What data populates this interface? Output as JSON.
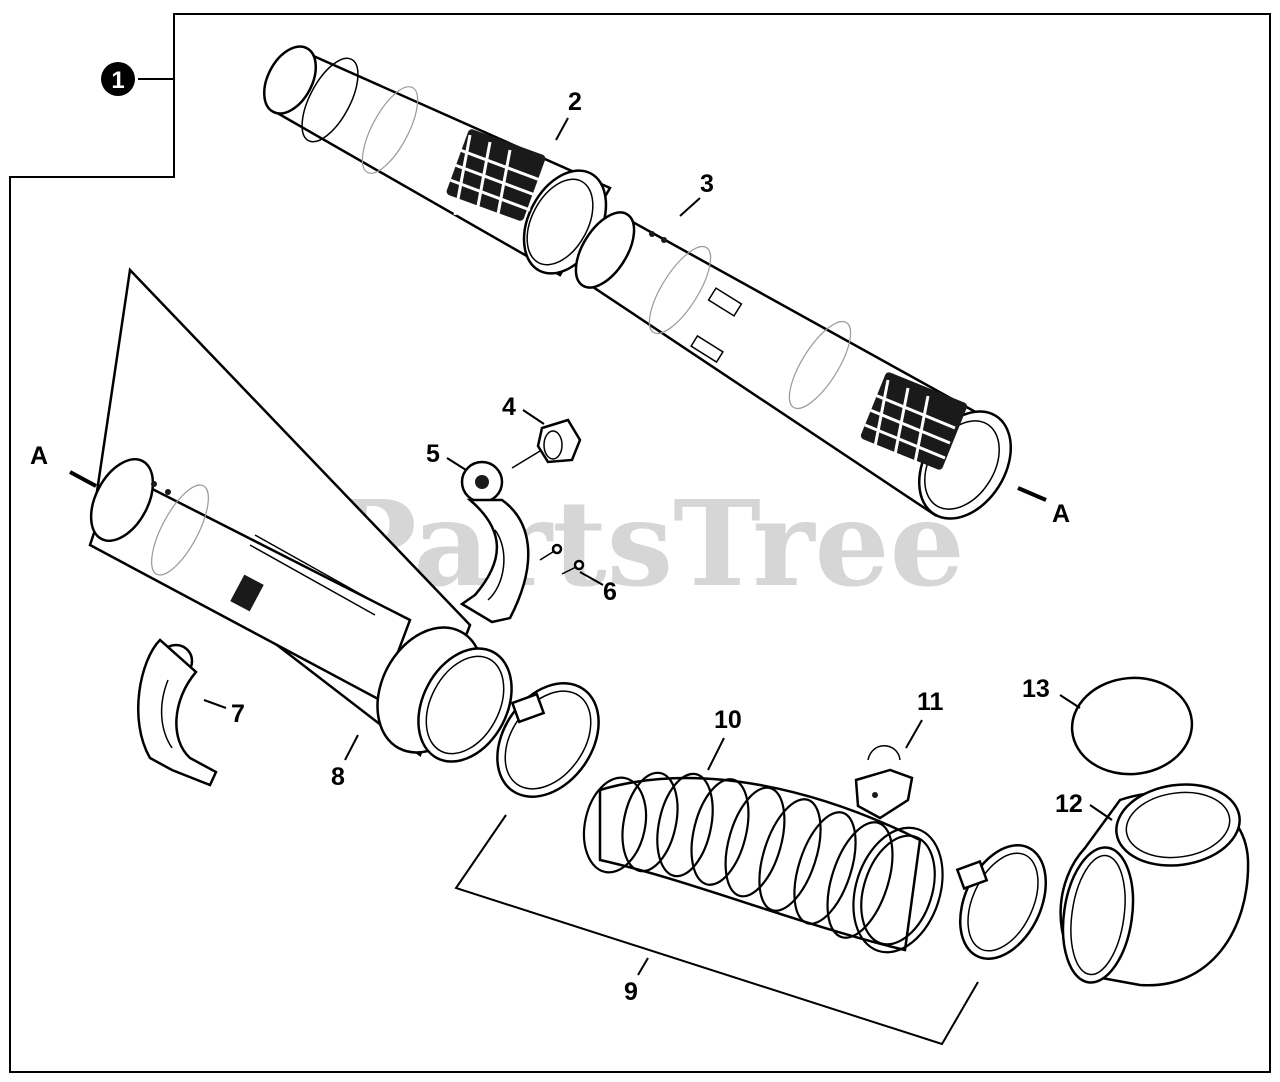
{
  "diagram": {
    "assembly_marker": "1",
    "watermark": "PartsTree",
    "break_labels": [
      "A",
      "A"
    ],
    "callouts": [
      "2",
      "3",
      "4",
      "5",
      "6",
      "7",
      "8",
      "9",
      "10",
      "11",
      "12",
      "13"
    ]
  },
  "colors": {
    "ink": "#000000",
    "paper": "#ffffff",
    "watermark": "#cfcfcf"
  },
  "icons": {
    "assembly_marker": "filled-circle-number-icon"
  }
}
